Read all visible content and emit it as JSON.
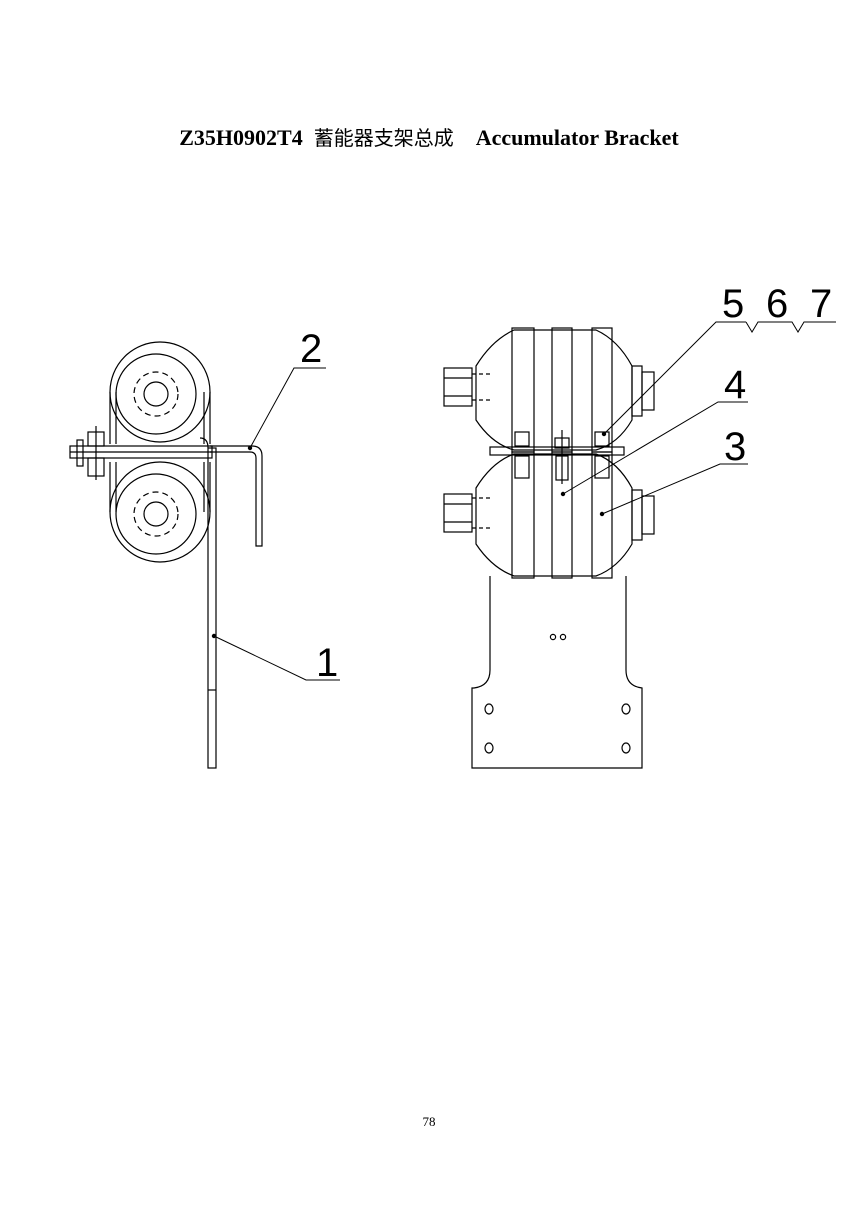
{
  "header": {
    "part_number": "Z35H0902T4",
    "title_cn": "蓄能器支架总成",
    "title_en": "Accumulator Bracket"
  },
  "callouts": {
    "c1": "1",
    "c2": "2",
    "c3": "3",
    "c4": "4",
    "c5": "5",
    "c6": "6",
    "c7": "7"
  },
  "footer": {
    "page_number": "78"
  }
}
